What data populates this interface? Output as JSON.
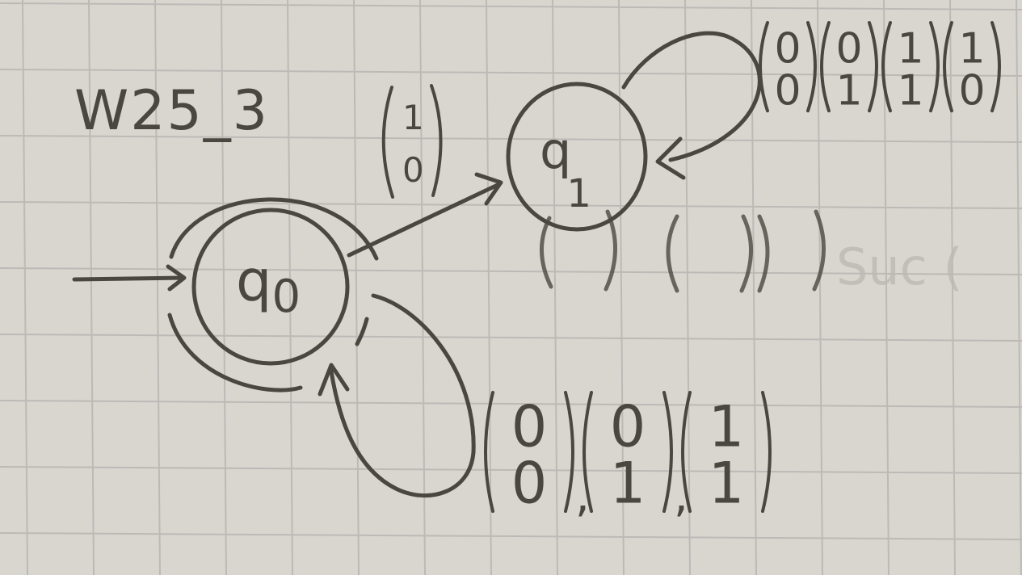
{
  "title": "W25_3",
  "colors": {
    "paper": "#d9d6d0",
    "grid": "#bcbab6",
    "ink": "#4a4640",
    "ghost": "#bdb9b3"
  },
  "states": [
    {
      "id": "q0",
      "label_main": "q",
      "label_sub": "0",
      "initial": true,
      "accepting": true
    },
    {
      "id": "q1",
      "label_main": "q",
      "label_sub": "1",
      "initial": false,
      "accepting": false
    }
  ],
  "transitions": [
    {
      "from": "q0",
      "to": "q1",
      "label": "(1 0)",
      "vectors": [
        {
          "top": "1",
          "bottom": "0"
        }
      ]
    },
    {
      "from": "q1",
      "to": "q1",
      "label": "(0 0)(0 1)(1 1)(1 0)",
      "vectors": [
        {
          "top": "0",
          "bottom": "0"
        },
        {
          "top": "0",
          "bottom": "1"
        },
        {
          "top": "1",
          "bottom": "1"
        },
        {
          "top": "1",
          "bottom": "0"
        }
      ]
    },
    {
      "from": "q0",
      "to": "q0",
      "label": "(0 0), (0 1), (1 1)",
      "vectors": [
        {
          "top": "0",
          "bottom": "0"
        },
        {
          "top": "0",
          "bottom": "1"
        },
        {
          "top": "1",
          "bottom": "1"
        }
      ],
      "separator": ","
    }
  ],
  "ghost_text": {
    "bleed_through": "Suc ("
  }
}
